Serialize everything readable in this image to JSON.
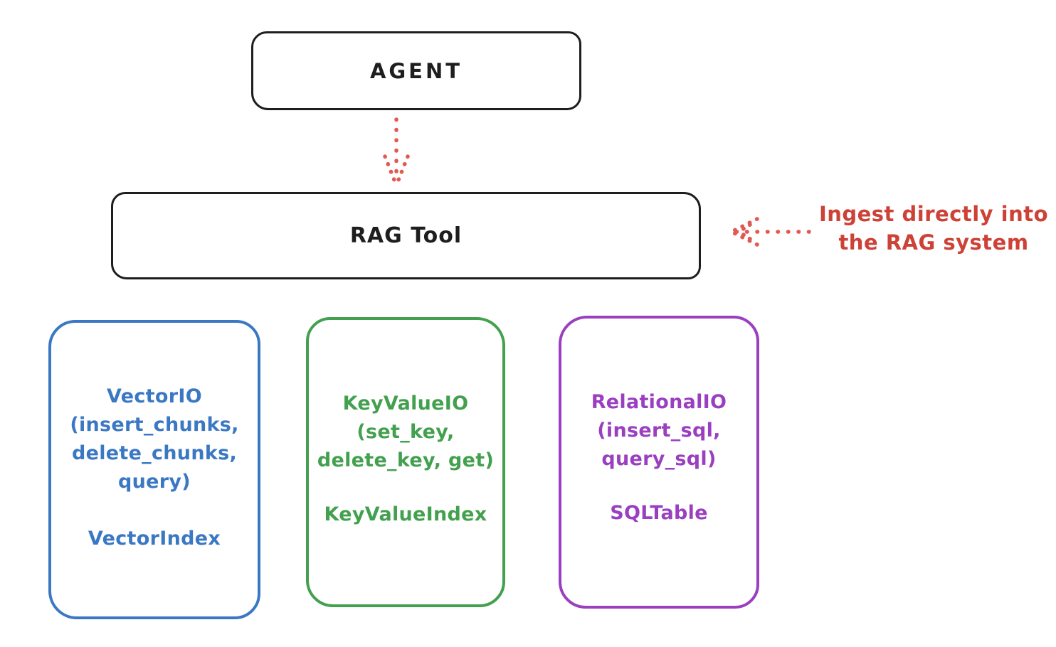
{
  "diagram": {
    "agent": {
      "label": "AGENT"
    },
    "rag_tool": {
      "label": "RAG Tool"
    },
    "annotation": {
      "line1": "Ingest directly into",
      "line2": "the RAG system"
    },
    "cards": [
      {
        "id": "vector-io",
        "lines": [
          "VectorIO",
          "(insert_chunks,",
          "delete_chunks,",
          "query)"
        ],
        "index_label": "VectorIndex",
        "color": "#3b78c4"
      },
      {
        "id": "keyvalue-io",
        "lines": [
          "KeyValueIO",
          "(set_key,",
          "delete_key, get)"
        ],
        "index_label": "KeyValueIndex",
        "color": "#43a04e"
      },
      {
        "id": "relational-io",
        "lines": [
          "RelationalIO",
          "(insert_sql,",
          "query_sql)"
        ],
        "index_label": "SQLTable",
        "color": "#9a3fc0"
      }
    ],
    "colors": {
      "ink": "#1e1e1e",
      "annotation_red": "#cd4237",
      "arrow_red": "#e05a52",
      "vector_blue": "#3b78c4",
      "keyvalue_green": "#43a04e",
      "relational_purple": "#9a3fc0"
    }
  }
}
